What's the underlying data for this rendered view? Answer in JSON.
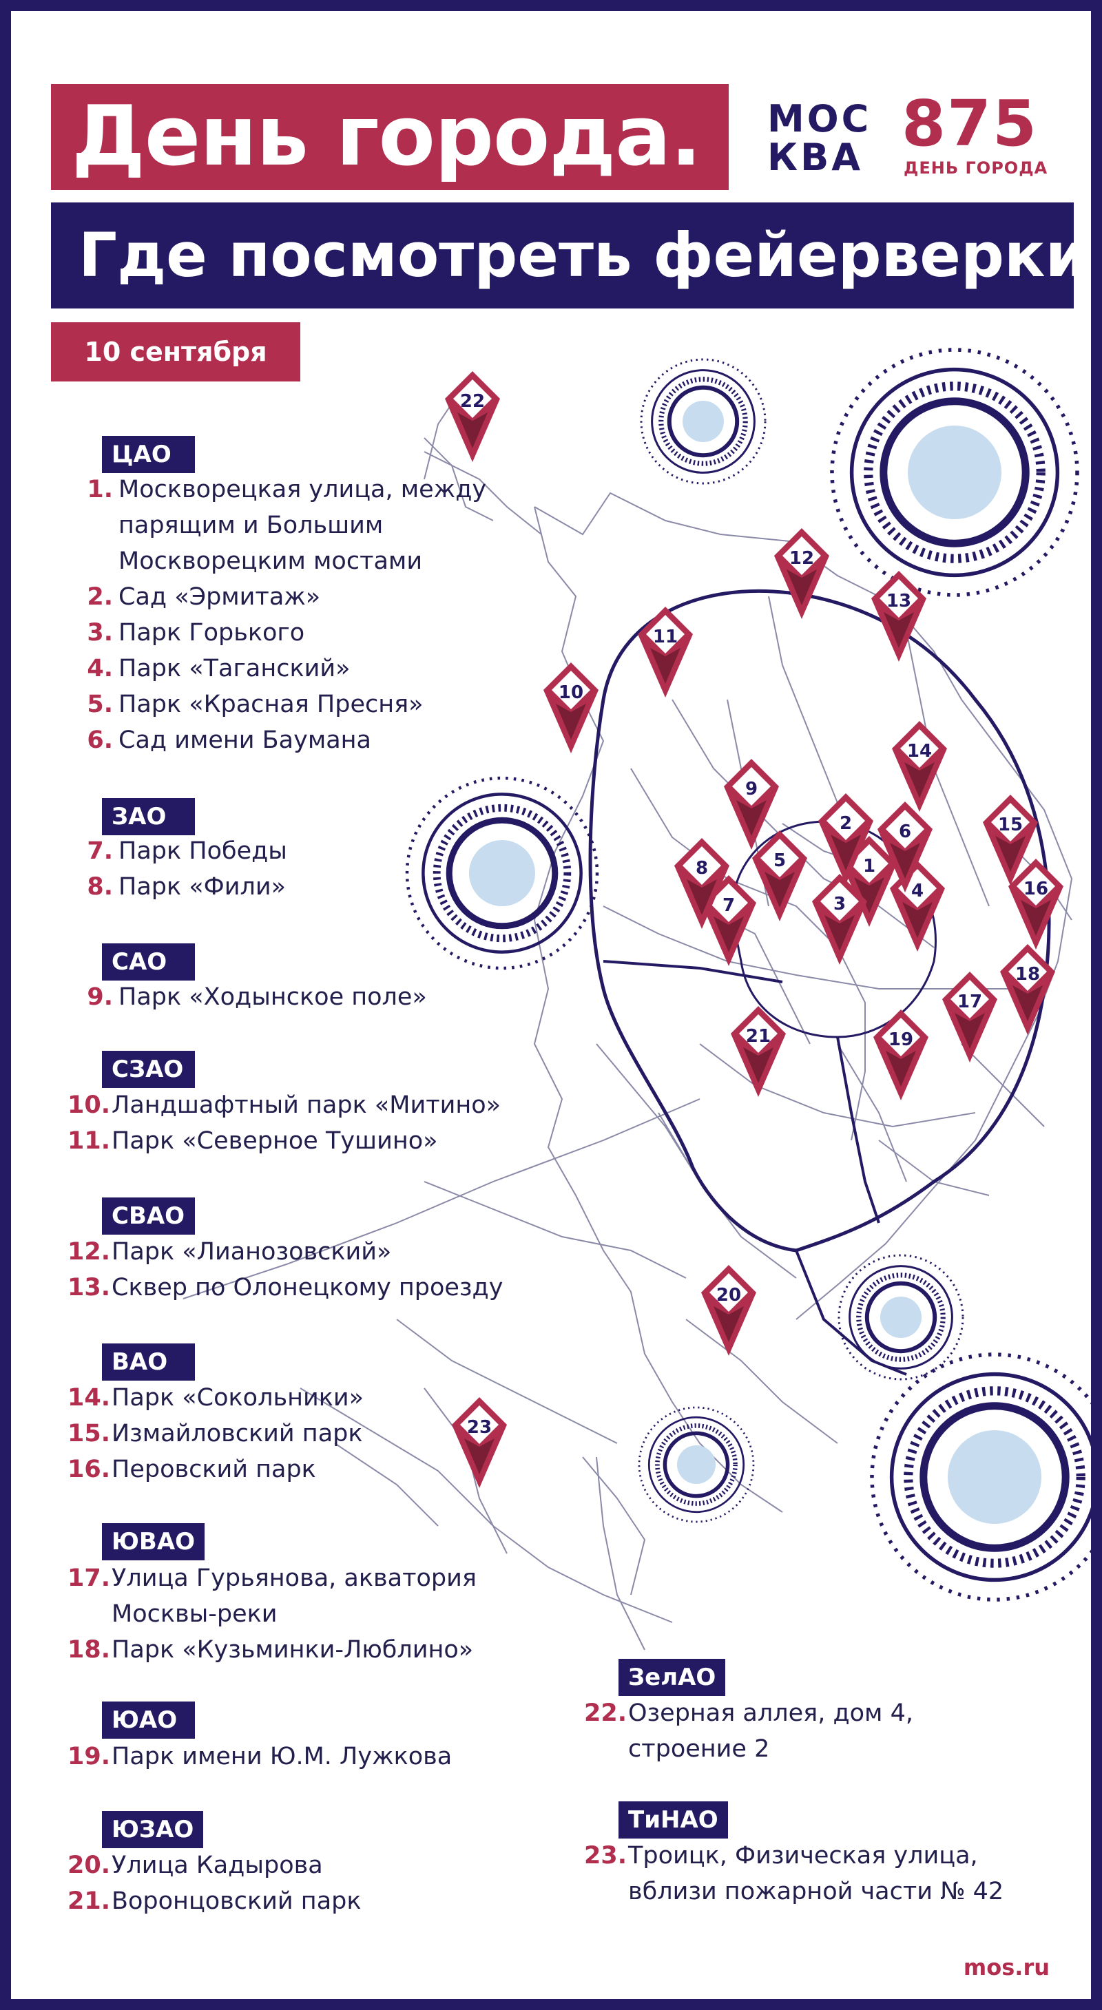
{
  "header": {
    "title": "День города.",
    "subtitle": "Где посмотреть фейерверки",
    "date": "10 сентября"
  },
  "logo": {
    "line1": "МОС",
    "line2": "КВА",
    "number": "875",
    "caption": "ДЕНЬ ГОРОДА"
  },
  "districts": [
    {
      "code": "ЦАО",
      "items": [
        {
          "num": "1.",
          "lines": [
            "Москворецкая улица, между",
            "парящим и Большим",
            "Москворецким мостами"
          ]
        },
        {
          "num": "2.",
          "lines": [
            "Сад «Эрмитаж»"
          ]
        },
        {
          "num": "3.",
          "lines": [
            "Парк Горького"
          ]
        },
        {
          "num": "4.",
          "lines": [
            "Парк «Таганский»"
          ]
        },
        {
          "num": "5.",
          "lines": [
            "Парк «Красная Пресня»"
          ]
        },
        {
          "num": "6.",
          "lines": [
            "Сад имени Баумана"
          ]
        }
      ]
    },
    {
      "code": "ЗАО",
      "items": [
        {
          "num": "7.",
          "lines": [
            "Парк Победы"
          ]
        },
        {
          "num": "8.",
          "lines": [
            "Парк «Фили»"
          ]
        }
      ]
    },
    {
      "code": "САО",
      "items": [
        {
          "num": "9.",
          "lines": [
            "Парк «Ходынское поле»"
          ]
        }
      ]
    },
    {
      "code": "СЗАО",
      "items": [
        {
          "num": "10.",
          "lines": [
            "Ландшафтный парк «Митино»"
          ]
        },
        {
          "num": "11.",
          "lines": [
            "Парк «Северное Тушино»"
          ]
        }
      ]
    },
    {
      "code": "СВАО",
      "items": [
        {
          "num": "12.",
          "lines": [
            "Парк «Лианозовский»"
          ]
        },
        {
          "num": "13.",
          "lines": [
            "Сквер по Олонецкому проезду"
          ]
        }
      ]
    },
    {
      "code": "ВАО",
      "items": [
        {
          "num": "14.",
          "lines": [
            "Парк «Сокольники»"
          ]
        },
        {
          "num": "15.",
          "lines": [
            "Измайловский парк"
          ]
        },
        {
          "num": "16.",
          "lines": [
            "Перовский парк"
          ]
        }
      ]
    },
    {
      "code": "ЮВАО",
      "items": [
        {
          "num": "17.",
          "lines": [
            "Улица Гурьянова, акватория",
            "Москвы-реки"
          ]
        },
        {
          "num": "18.",
          "lines": [
            "Парк «Кузьминки-Люблино»"
          ]
        }
      ]
    },
    {
      "code": "ЮАО",
      "items": [
        {
          "num": "19.",
          "lines": [
            "Парк имени Ю.М. Лужкова"
          ]
        }
      ]
    },
    {
      "code": "ЮЗАО",
      "items": [
        {
          "num": "20.",
          "lines": [
            "Улица Кадырова"
          ]
        },
        {
          "num": "21.",
          "lines": [
            "Воронцовский парк"
          ]
        }
      ]
    },
    {
      "code": "ЗелАО",
      "items": [
        {
          "num": "22.",
          "lines": [
            "Озерная аллея, дом 4,",
            "строение 2"
          ]
        }
      ]
    },
    {
      "code": "ТиНАО",
      "items": [
        {
          "num": "23.",
          "lines": [
            "Троицк, Физическая улица,",
            "вблизи пожарной части № 42"
          ]
        }
      ]
    }
  ],
  "markers": [
    "1",
    "2",
    "3",
    "4",
    "5",
    "6",
    "7",
    "8",
    "9",
    "10",
    "11",
    "12",
    "13",
    "14",
    "15",
    "16",
    "17",
    "18",
    "19",
    "20",
    "21",
    "22",
    "23"
  ],
  "colors": {
    "accent": "#b12e4e",
    "navy": "#231a63",
    "light_blue": "#c7dcef"
  },
  "source": "mos.ru"
}
